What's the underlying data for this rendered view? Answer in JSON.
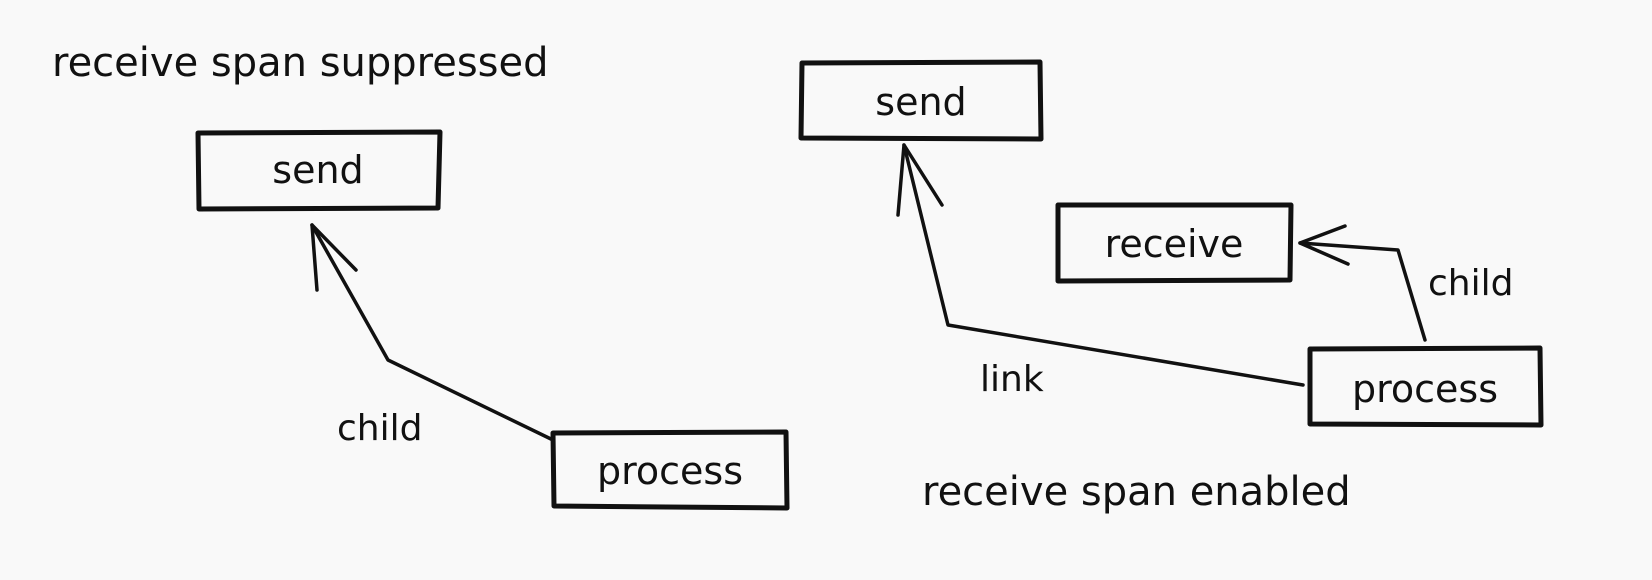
{
  "left_panel": {
    "title": "receive span suppressed",
    "send_label": "send",
    "process_label": "process",
    "edge_label": "child"
  },
  "right_panel": {
    "title": "receive span enabled",
    "send_label": "send",
    "receive_label": "receive",
    "process_label": "process",
    "link_label": "link",
    "child_label": "child"
  },
  "colors": {
    "ink": "#111111",
    "background": "#f9f9f9"
  }
}
